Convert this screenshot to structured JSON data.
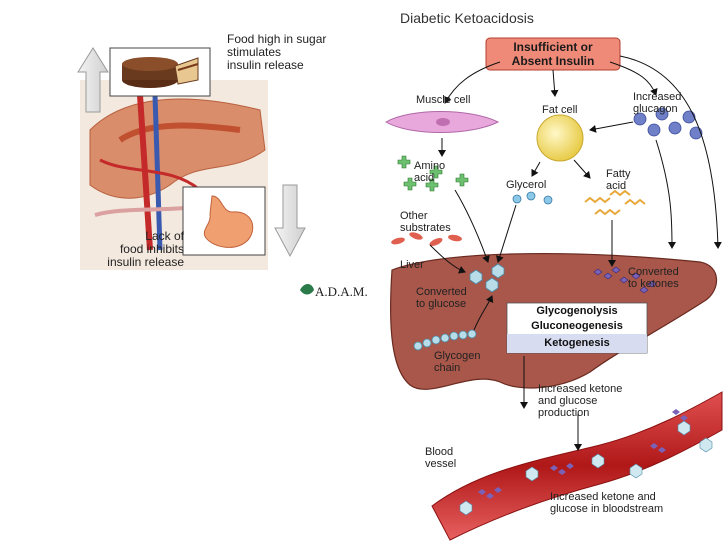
{
  "left_panel": {
    "top_caption": "Food high in sugar\nstimulates\ninsulin release",
    "bottom_caption": "Lack of\nfood inhibits\ninsulin release",
    "logo": "A.D.A.M."
  },
  "right_panel": {
    "title": "Diabetic Ketoacidosis",
    "insulin_box": "Insufficient or\nAbsent Insulin",
    "muscle_cell": "Muscle cell",
    "fat_cell": "Fat cell",
    "glucagon": "Increased\nglucagon",
    "amino_acid": "Amino\nacid",
    "glycerol": "Glycerol",
    "fatty_acid": "Fatty\nacid",
    "other_substrates": "Other\nsubstrates",
    "liver": "Liver",
    "converted_glucose": "Converted\nto glucose",
    "converted_ketones": "Converted\nto ketones",
    "processes": [
      "Glycogenolysis",
      "Gluconeogenesis",
      "Ketogenesis"
    ],
    "glycogen_chain": "Glycogen\nchain",
    "increased_production": "Increased ketone\nand glucose\nproduction",
    "blood_vessel": "Blood\nvessel",
    "bloodstream": "Increased ketone and\nglucose in bloodstream"
  },
  "colors": {
    "insulin_box": "#f08a78",
    "liver": "#a8574a",
    "muscle": "#e8a8dc",
    "fat": "#f3e27a",
    "glucagon_dots": "#6f7fc8",
    "amino": "#6cc070",
    "ketone": "#7a62b8",
    "glucose": "#b8dde8",
    "vessel": "#c42a2a",
    "process_box": "#d8dcf0"
  }
}
